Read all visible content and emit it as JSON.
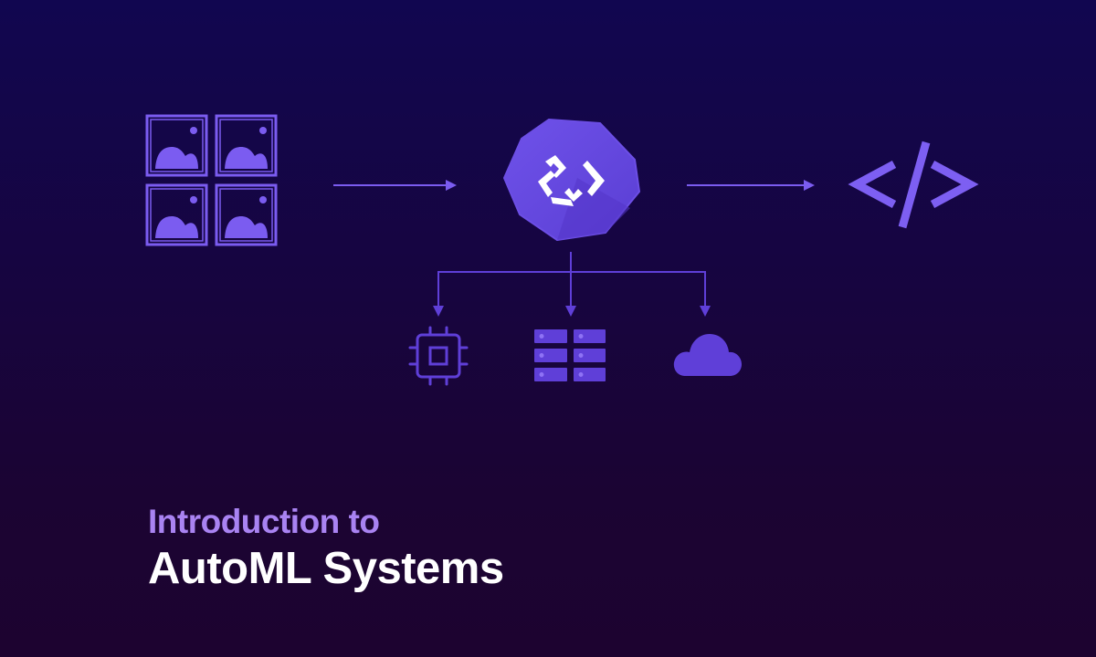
{
  "heading": {
    "subtitle": "Introduction to",
    "title": "AutoML Systems"
  },
  "diagram": {
    "nodes": {
      "input": {
        "icon": "image-grid-icon"
      },
      "engine": {
        "icon": "automl-hexagon-logo-icon"
      },
      "output": {
        "icon": "code-brackets-icon"
      },
      "deploy_targets": [
        {
          "icon": "cpu-chip-icon"
        },
        {
          "icon": "server-rack-icon"
        },
        {
          "icon": "cloud-icon"
        }
      ]
    },
    "flow": [
      "input -> engine",
      "engine -> output",
      "engine -> deploy_targets"
    ]
  },
  "colors": {
    "background_top": "#110650",
    "background_bottom": "#1d0330",
    "accent_primary": "#7b5cf0",
    "accent_dark": "#5f3fd8",
    "hexagon": "#6c4ee5",
    "subtitle_text": "#a983f2",
    "title_text": "#ffffff"
  }
}
